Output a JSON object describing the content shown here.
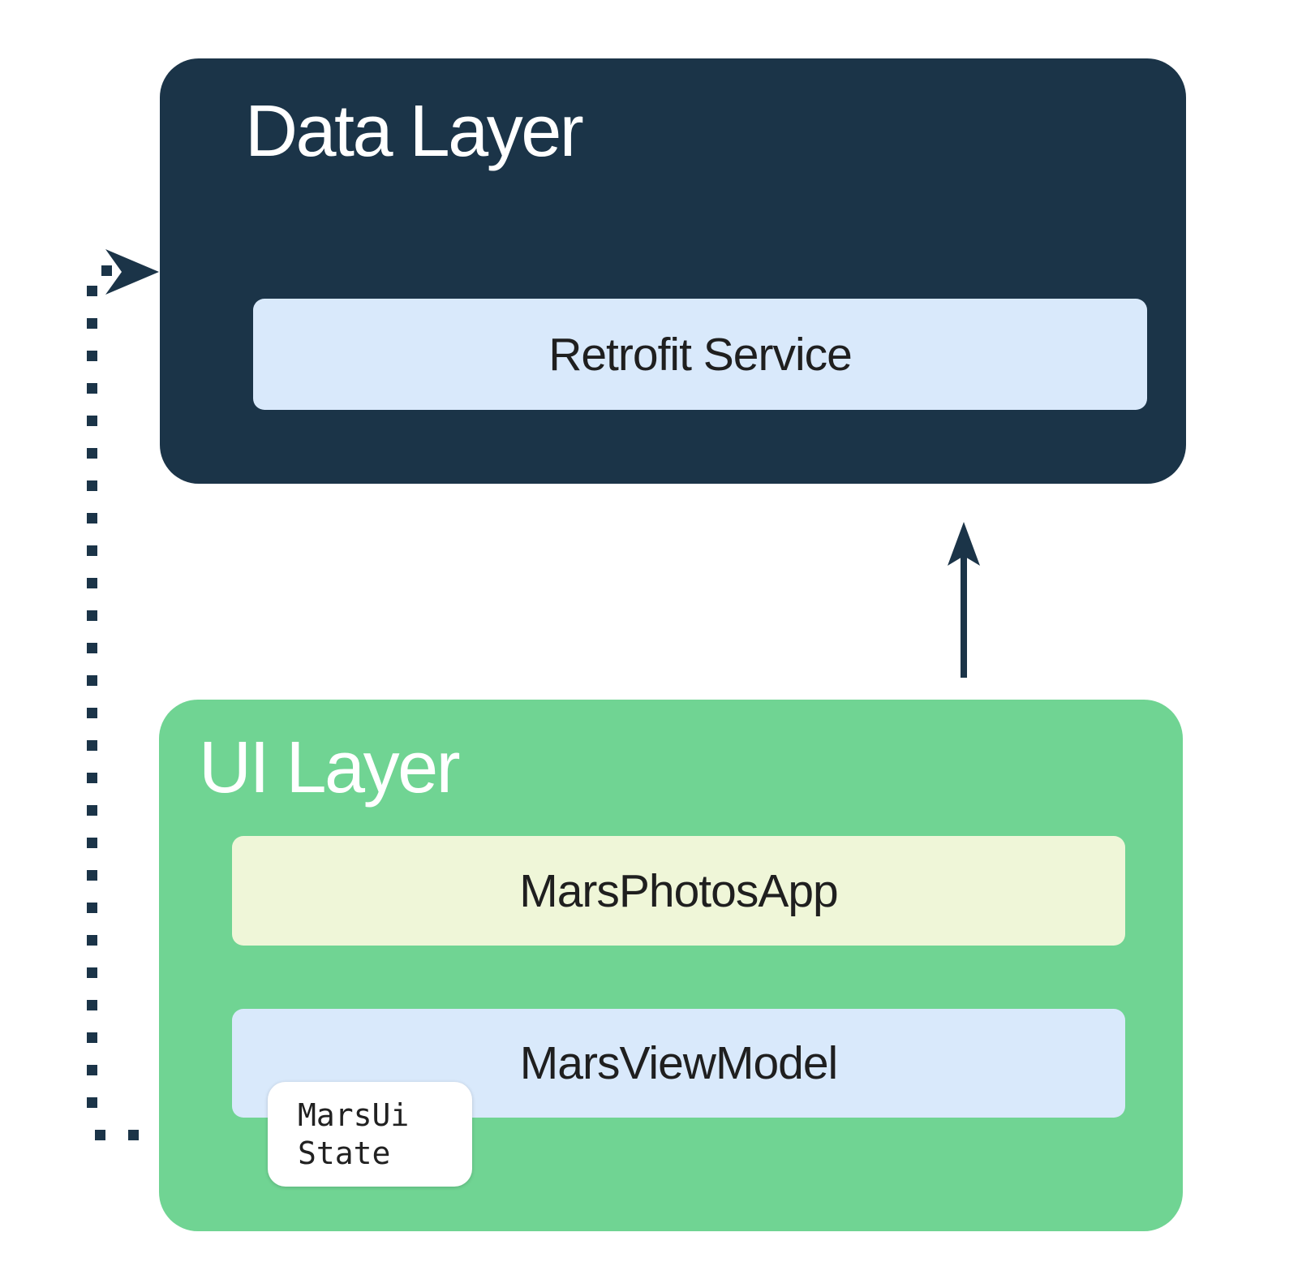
{
  "colors": {
    "navy": "#1b3448",
    "green": "#70d493",
    "light_blue": "#d9e9fb",
    "pale_yellow": "#eff6d8",
    "white": "#ffffff",
    "label_text": "#1f1f1f",
    "title_text": "#ffffff"
  },
  "data_layer": {
    "title": "Data Layer",
    "service_label": "Retrofit Service"
  },
  "ui_layer": {
    "title": "UI Layer",
    "app_label": "MarsPhotosApp",
    "viewmodel_label": "MarsViewModel",
    "ui_state_line1": "MarsUi",
    "ui_state_line2": "State"
  },
  "connections": {
    "up_arrow": "up-arrow",
    "dotted_feedback_arrow": "dotted-right-arrowhead"
  }
}
